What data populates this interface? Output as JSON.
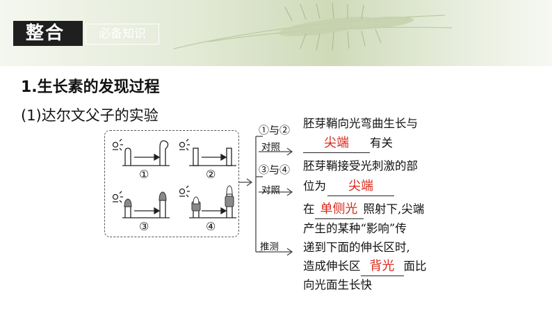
{
  "header": {
    "tag_main": "整合",
    "tag_sub": "必备知识"
  },
  "title": "1.生长素的发现过程",
  "subtitle": "(1)达尔文父子的实验",
  "experiment_labels": [
    "①",
    "②",
    "③",
    "④"
  ],
  "branches": [
    {
      "label_top": "①与②",
      "label_bottom": "对照",
      "line1": "胚芽鞘向光弯曲生长与",
      "answer": "尖端",
      "line2_after": "有关"
    },
    {
      "label_top": "③与④",
      "label_bottom": "对照",
      "line1": "胚芽鞘接受光刺激的部",
      "line2_before": "位为",
      "answer": "尖端"
    },
    {
      "label": "推测",
      "line1_before": "在",
      "answer1": "单侧光",
      "line1_after": "照射下,尖端",
      "line2": "产生的某种“影响”传",
      "line3": "递到下面的伸长区时,",
      "line4_before": "造成伸长区",
      "answer2": "背光",
      "line4_after": "面比",
      "line5": "向光面生长快"
    }
  ],
  "colors": {
    "answer": "#d9281c",
    "banner_dark": "#1f1f1f"
  }
}
